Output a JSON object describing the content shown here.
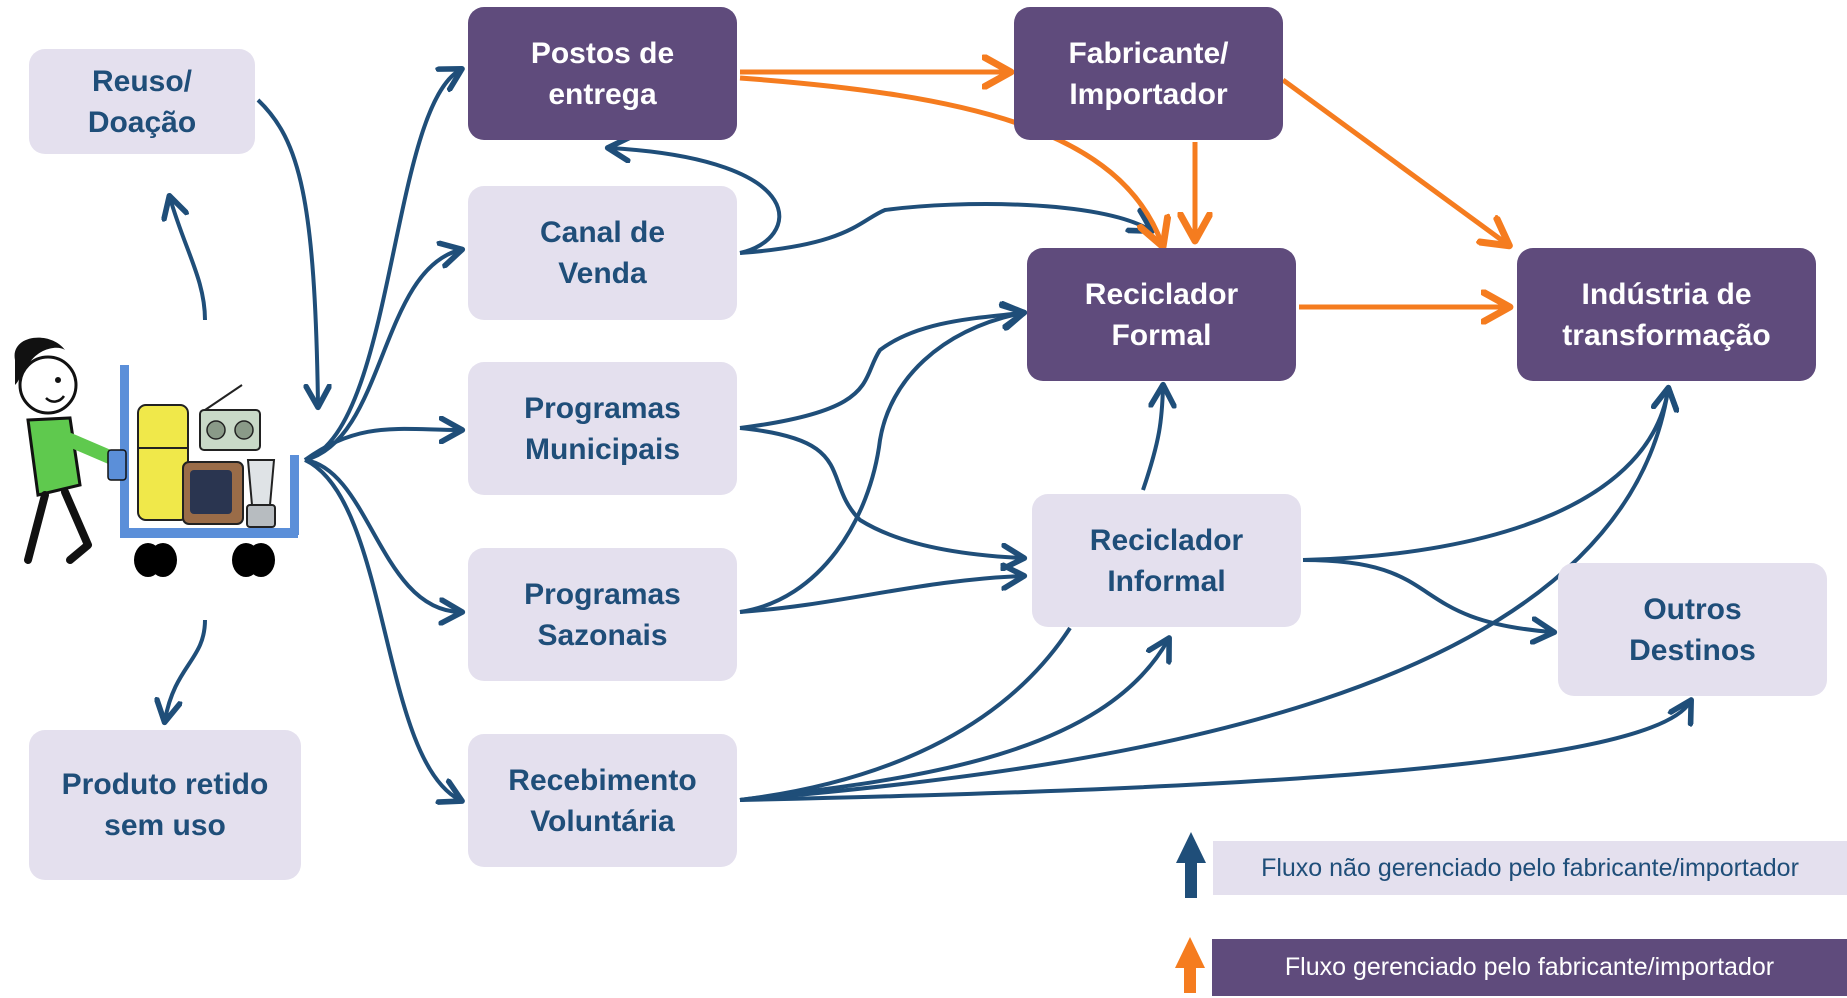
{
  "nodes": {
    "reuso": "Reuso/\nDoação",
    "produto_retido": "Produto retido\nsem uso",
    "postos": "Postos de\nentrega",
    "canal": "Canal de\nVenda",
    "municipais": "Programas\nMunicipais",
    "sazonais": "Programas\nSazonais",
    "recebimento": "Recebimento\nVoluntária",
    "fabricante": "Fabricante/\nImportador",
    "reciclador_formal": "Reciclador\nFormal",
    "reciclador_informal": "Reciclador\nInformal",
    "industria": "Indústria de\ntransformação",
    "outros": "Outros\nDestinos"
  },
  "legend": {
    "unmanaged": "Fluxo não gerenciado pelo fabricante/importador",
    "managed": "Fluxo gerenciado pelo fabricante/importador"
  },
  "colors": {
    "unmanaged_flow": "#1f4e79",
    "managed_flow": "#f57c1f",
    "node_light": "#e4e0ee",
    "node_dark": "#5f4b7c"
  }
}
